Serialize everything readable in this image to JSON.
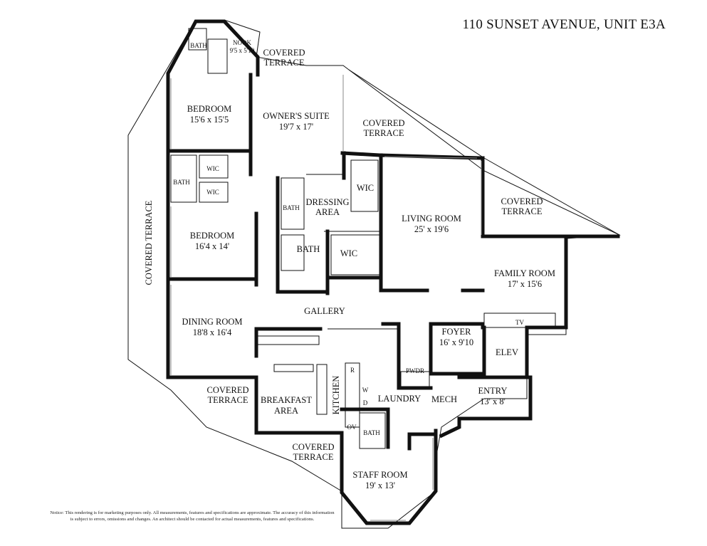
{
  "title": "110 SUNSET AVENUE, UNIT E3A",
  "notice_line1": "Notice: This rendering is for marketing purposes only. All measurements, features and specifications are approximate. The accuracy of this information",
  "notice_line2": "is subject to errors, omissions and changes. An architect should be contacted for actual measurements, features and specifications.",
  "rooms": {
    "bath_top": "BATH",
    "nook": "NOOK",
    "nook_dim": "9'5 x 5'10",
    "covered_terrace_top1": "COVERED",
    "covered_terrace_top2": "TERRACE",
    "bedroom1": "BEDROOM",
    "bedroom1_dim": "15'6 x 15'5",
    "owners_suite": "OWNER'S SUITE",
    "owners_suite_dim": "19'7 x 17'",
    "covered_terrace_mid1": "COVERED",
    "covered_terrace_mid2": "TERRACE",
    "wic_a": "WIC",
    "wic_b": "WIC",
    "bath_left": "BATH",
    "bath_center": "BATH",
    "dressing1": "DRESSING",
    "dressing2": "AREA",
    "wic_dress": "WIC",
    "covered_terrace_right1": "COVERED",
    "covered_terrace_right2": "TERRACE",
    "living_room": "LIVING ROOM",
    "living_room_dim": "25' x 19'6",
    "bedroom2": "BEDROOM",
    "bedroom2_dim": "16'4 x 14'",
    "bath_suite": "BATH",
    "wic_suite": "WIC",
    "covered_terrace_left": "COVERED TERRACE",
    "family_room": "FAMILY ROOM",
    "family_room_dim": "17' x 15'6",
    "tv": "TV",
    "gallery": "GALLERY",
    "dining_room": "DINING ROOM",
    "dining_room_dim": "18'8 x 16'4",
    "foyer": "FOYER",
    "foyer_dim": "16' x 9'10",
    "elev": "ELEV",
    "pwdr": "PWDR",
    "r": "R",
    "w": "W",
    "d": "D",
    "ov": "OV",
    "kitchen": "KITCHEN",
    "laundry": "LAUNDRY",
    "mech": "MECH",
    "entry": "ENTRY",
    "entry_dim": "13' x 8'",
    "covered_terrace_bl1": "COVERED",
    "covered_terrace_bl2": "TERRACE",
    "breakfast1": "BREAKFAST",
    "breakfast2": "AREA",
    "bath_staff": "BATH",
    "covered_terrace_bm1": "COVERED",
    "covered_terrace_bm2": "TERRACE",
    "staff_room": "STAFF ROOM",
    "staff_room_dim": "19' x 13'"
  }
}
